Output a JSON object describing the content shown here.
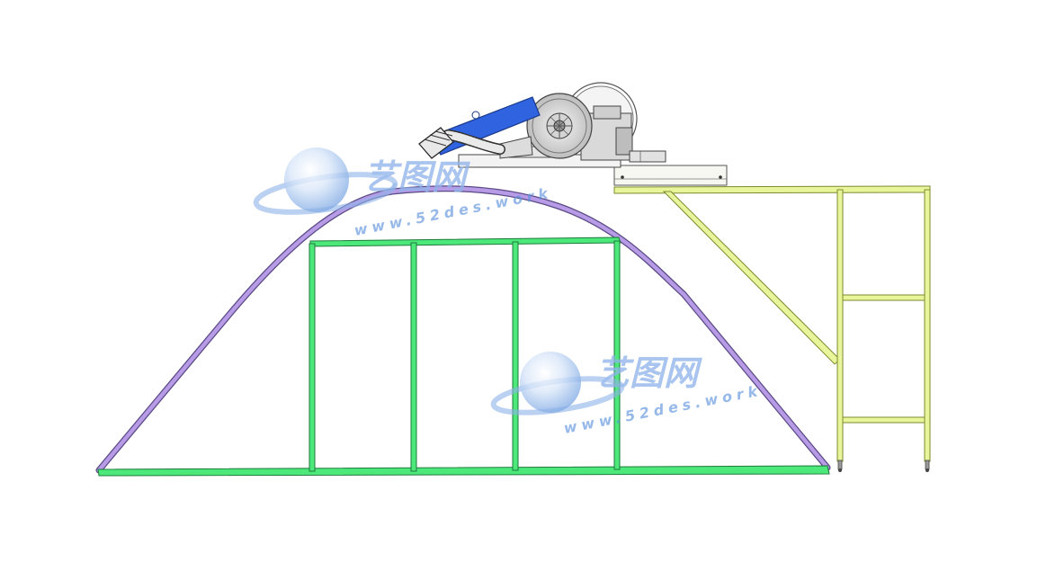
{
  "watermarks": [
    {
      "brand": "艺图网",
      "url": "www.52des.work"
    },
    {
      "brand": "艺图网",
      "url": "www.52des.work"
    }
  ],
  "colors": {
    "arch": "#b79be6",
    "arch_edge": "#5a4a86",
    "frame": "#4ce879",
    "frame_edge": "#1d7a3c",
    "stand": "#e9f59a",
    "stand_edge": "#7f8a2e",
    "arm": "#2f63e0",
    "arm_edge": "#1a3a8a",
    "machine": "#e6e6e6",
    "machine_edge": "#4a4a4a",
    "watermark_brand": "#8fb4ea",
    "watermark_ball": "#5d92dc"
  }
}
